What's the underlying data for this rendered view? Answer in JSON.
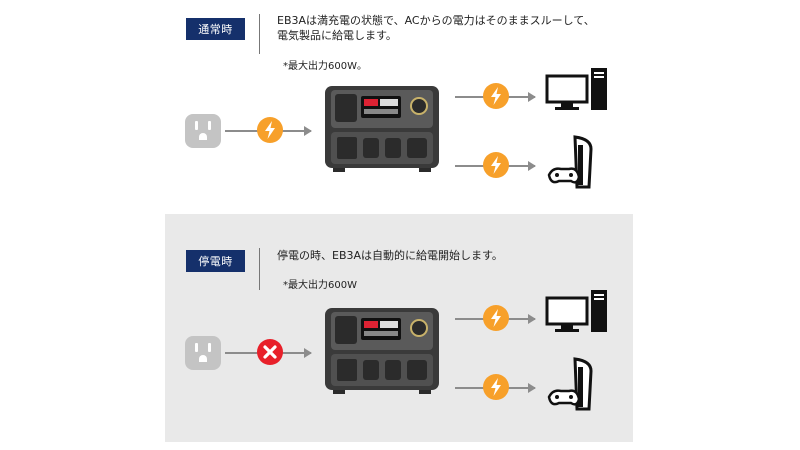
{
  "normal": {
    "badge": "通常時",
    "description_line1": "EB3Aは満充電の状態で、ACからの電力はそのままスルーして、",
    "description_line2": "電気製品に給電します。",
    "note": "*最大出力600W。"
  },
  "outage": {
    "badge": "停電時",
    "description_line1": "停電の時、EB3Aは自動的に給電開始します。",
    "description_line2": "",
    "note": "*最大出力600W"
  },
  "colors": {
    "badge_bg": "#15306b",
    "bolt": "#f7a02a",
    "cross": "#e8202a",
    "outage_bg": "#e9e9e9"
  },
  "icons": [
    "wall-outlet-icon",
    "lightning-bolt-icon",
    "power-station-icon",
    "desktop-pc-icon",
    "game-console-icon",
    "cross-icon"
  ]
}
